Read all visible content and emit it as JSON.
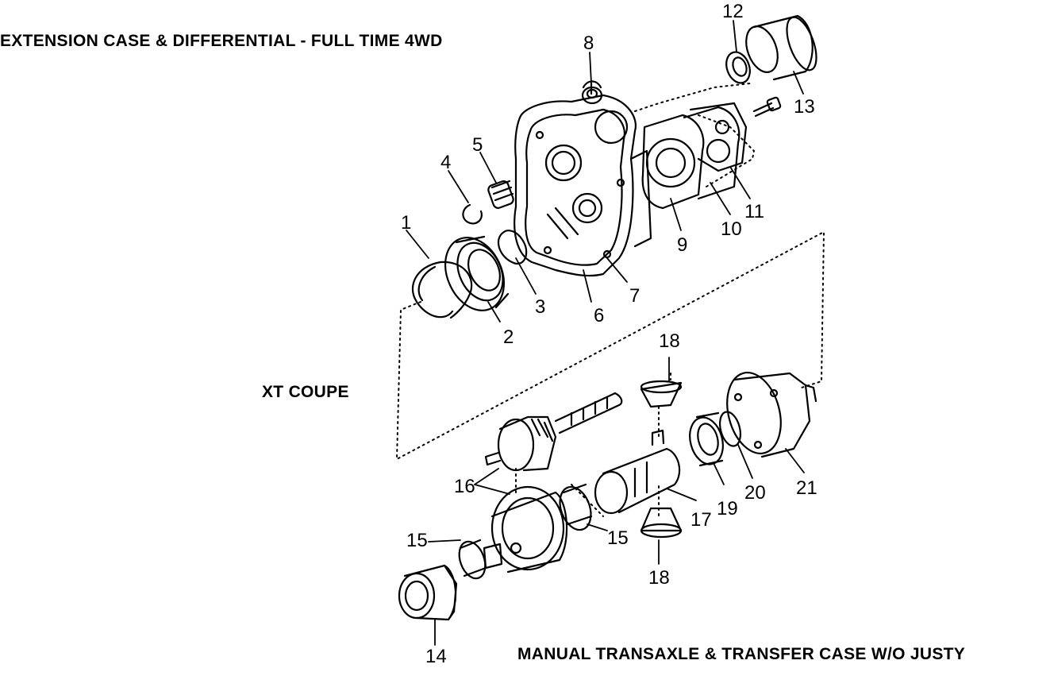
{
  "captions": {
    "title": "EXTENSION CASE & DIFFERENTIAL - FULL TIME 4WD",
    "variant": "XT COUPE",
    "footer": "MANUAL TRANSAXLE & TRANSFER CASE W/O JUSTY"
  },
  "callouts": {
    "c1": "1",
    "c2": "2",
    "c3": "3",
    "c4": "4",
    "c5": "5",
    "c6": "6",
    "c7": "7",
    "c8": "8",
    "c9": "9",
    "c10": "10",
    "c11": "11",
    "c12": "12",
    "c13": "13",
    "c14": "14",
    "c15a": "15",
    "c15b": "15",
    "c16": "16",
    "c17": "17",
    "c18a": "18",
    "c18b": "18",
    "c19": "19",
    "c20": "20",
    "c21": "21"
  }
}
